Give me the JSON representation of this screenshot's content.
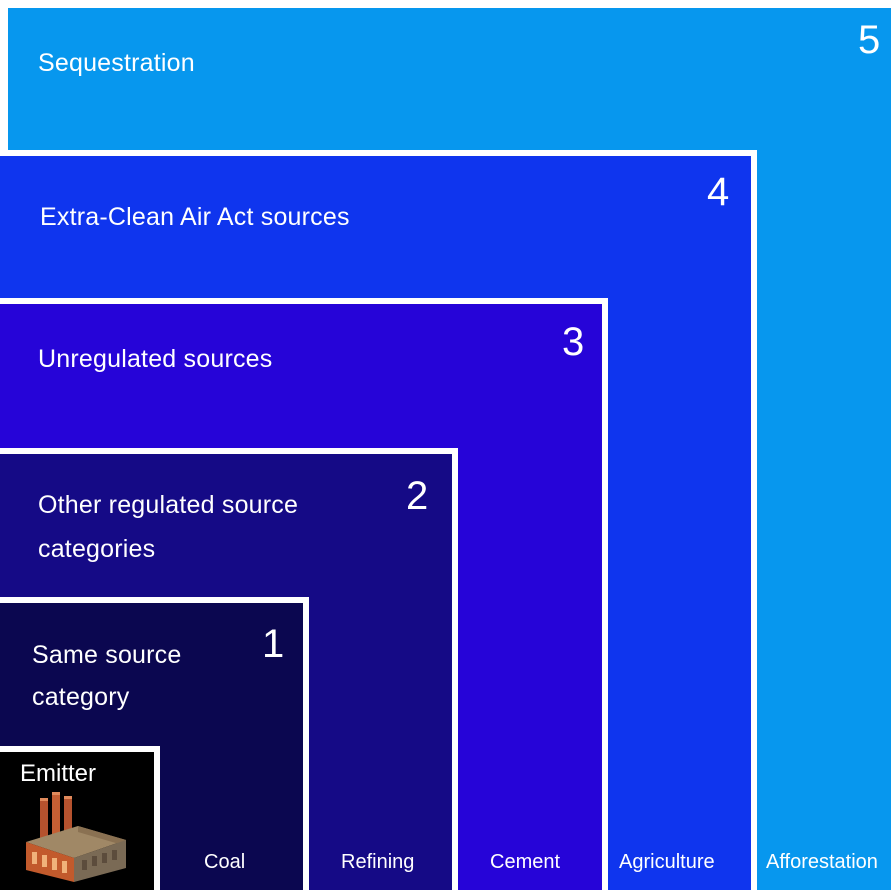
{
  "levels": [
    {
      "number": "5",
      "label": "Sequestration"
    },
    {
      "number": "4",
      "label": "Extra-Clean Air Act sources"
    },
    {
      "number": "3",
      "label": "Unregulated sources"
    },
    {
      "number": "2",
      "label_line1": "Other regulated source",
      "label_line2": "categories"
    },
    {
      "number": "1",
      "label_line1": "Same source",
      "label_line2": "category"
    }
  ],
  "emitter": {
    "label": "Emitter",
    "icon": "factory-icon"
  },
  "bottom_labels": [
    "Coal",
    "Refining",
    "Cement",
    "Agriculture",
    "Afforestation"
  ],
  "colors": {
    "level5": "#0797ee",
    "level4": "#0f35ee",
    "level3": "#2604d8",
    "level2": "#150a86",
    "level1": "#0b0750",
    "emitter": "#000000",
    "border": "#ffffff"
  }
}
